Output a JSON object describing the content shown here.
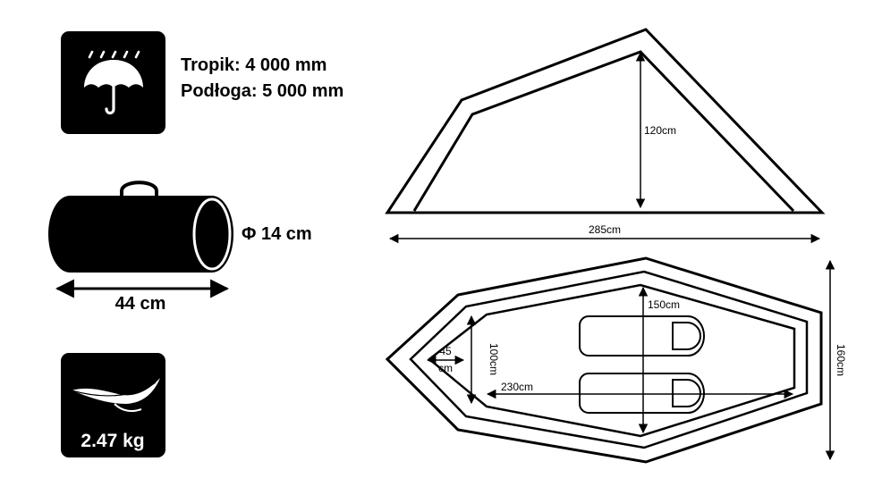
{
  "specs": {
    "rain_fly": "Tropik: 4 000 mm",
    "floor": "Podłoga: 5 000 mm",
    "pack_diameter": "Φ 14 cm",
    "pack_length": "44 cm",
    "weight": "2.47 kg"
  },
  "dimensions": {
    "height": "120cm",
    "side_length": "285cm",
    "width": "160cm",
    "inner_width": "150cm",
    "inner_length": "230cm",
    "vestibule_width": "100cm",
    "vestibule_depth_1": "45",
    "vestibule_depth_2": "cm"
  },
  "icons": {
    "rain": "umbrella-rain-icon",
    "bag": "stuff-sack-icon",
    "weight": "feather-icon"
  },
  "colors": {
    "ink": "#000000",
    "paper": "#ffffff"
  }
}
